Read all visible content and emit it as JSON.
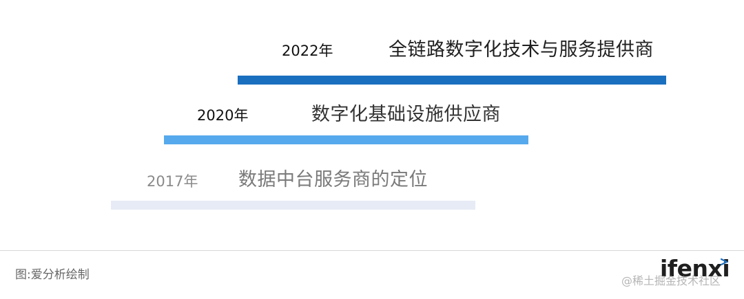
{
  "milestones": [
    {
      "year": "2022年",
      "label": "全链路数字化技术与服务提供商",
      "bar_color": "#1a6fbf",
      "text_color": "#1f1f1f",
      "year_color": "#111111"
    },
    {
      "year": "2020年",
      "label": "数字化基础设施供应商",
      "bar_color": "#56a9ec",
      "text_color": "#333333",
      "year_color": "#111111"
    },
    {
      "year": "2017年",
      "label": "数据中台服务商的定位",
      "bar_color": "#e6ebf5",
      "text_color": "#7a7a7a",
      "year_color": "#8a8a8a"
    }
  ],
  "footer": {
    "source": "图:爱分析绘制",
    "logo": "ifenxi",
    "watermark": "@稀土掘金技术社区"
  }
}
